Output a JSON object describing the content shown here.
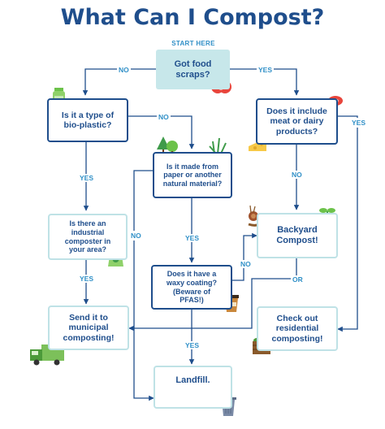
{
  "title": "What Can I Compost?",
  "start_label": "START HERE",
  "nodes": {
    "food_scraps": "Got food scraps?",
    "bioplastic": "Is it a type of bio-plastic?",
    "meat_dairy": "Does it include meat or dairy products?",
    "paper_natural": "Is it made from paper or another natural material?",
    "industrial_composter": "Is there an industrial composter in your area?",
    "waxy_coating": "Does it have a waxy coating? (Beware of PFAS!)",
    "backyard_compost": "Backyard Compost!",
    "municipal": "Send it to municipal composting!",
    "residential": "Check out residential composting!",
    "landfill": "Landfill."
  },
  "edge_labels": {
    "no": "NO",
    "yes": "YES",
    "or": "OR"
  },
  "icons": [
    "apple-icon",
    "bottle-icon",
    "steak-icon",
    "cheese-icon",
    "trees-icon",
    "grass-icon",
    "snail-icon",
    "seedling-icon",
    "recycle-bottle-icon",
    "coffee-cup-icon",
    "truck-icon",
    "compost-bin-icon",
    "sad-face-icon",
    "trash-can-icon"
  ],
  "colors": {
    "navy": "#1f4e8c",
    "light_teal": "#bfe2e6",
    "start_fill": "#c7e7ea",
    "accent_blue": "#2f8fc7"
  }
}
